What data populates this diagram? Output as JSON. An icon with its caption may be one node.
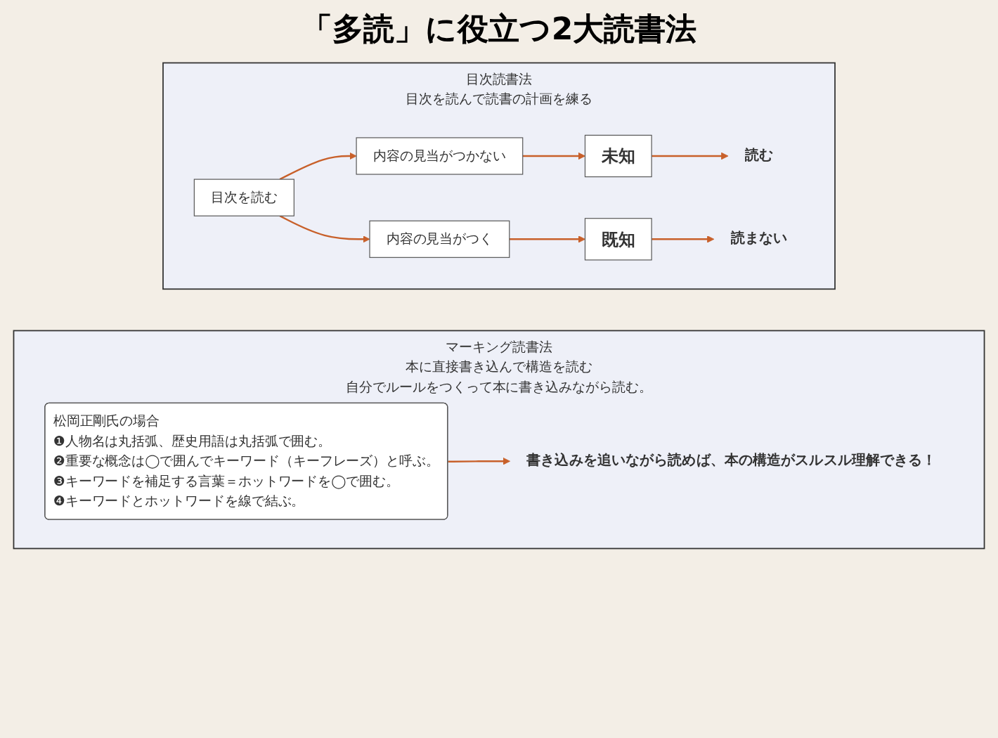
{
  "diagram": {
    "title": "「多読」に役立つ2大読書法",
    "nodes": [
      {
        "text": [
          "目次読書法",
          "目次を読んで読書の計画を練る"
        ]
      },
      {
        "text": [
          "目次を読む"
        ],
        "in": 0
      },
      {
        "text": [
          "内容の見当がつかない"
        ],
        "in": 0
      },
      {
        "text": [
          "内容の見当がつく"
        ],
        "in": 0
      },
      {
        "text": [
          "未知"
        ],
        "in": 0
      },
      {
        "text": [
          "既知"
        ],
        "in": 0
      },
      {
        "text": [
          "読む"
        ],
        "in": 0
      },
      {
        "text": [
          "読まない"
        ],
        "in": 0
      },
      {
        "text": [
          "マーキング読書法",
          "本に直接書き込んで構造を読む",
          "自分でルールをつくって本に書き込みながら読む。"
        ]
      },
      {
        "text": [
          "松岡正剛氏の場合",
          "❶人物名は丸括弧、歴史用語は丸括弧で囲む。",
          "❷重要な概念は◯で囲んでキーワード（キーフレーズ）と呼ぶ。",
          "❸キーワードを補足する言葉＝ホットワードを◯で囲む。",
          "❹キーワードとホットワードを線で結ぶ。"
        ],
        "in": 8
      },
      {
        "text": [
          "書き込みを追いながら読めば、本の構造がスルスル理解できる！"
        ],
        "in": 8
      }
    ],
    "edges": [
      {
        "from": 1,
        "to": 2,
        "arrow": "to"
      },
      {
        "from": 1,
        "to": 3,
        "arrow": "to"
      },
      {
        "from": 2,
        "to": 4,
        "arrow": "to"
      },
      {
        "from": 3,
        "to": 5,
        "arrow": "to"
      },
      {
        "from": 4,
        "to": 6,
        "arrow": "to"
      },
      {
        "from": 5,
        "to": 7,
        "arrow": "to"
      },
      {
        "from": 9,
        "to": 10,
        "arrow": "to"
      }
    ]
  }
}
